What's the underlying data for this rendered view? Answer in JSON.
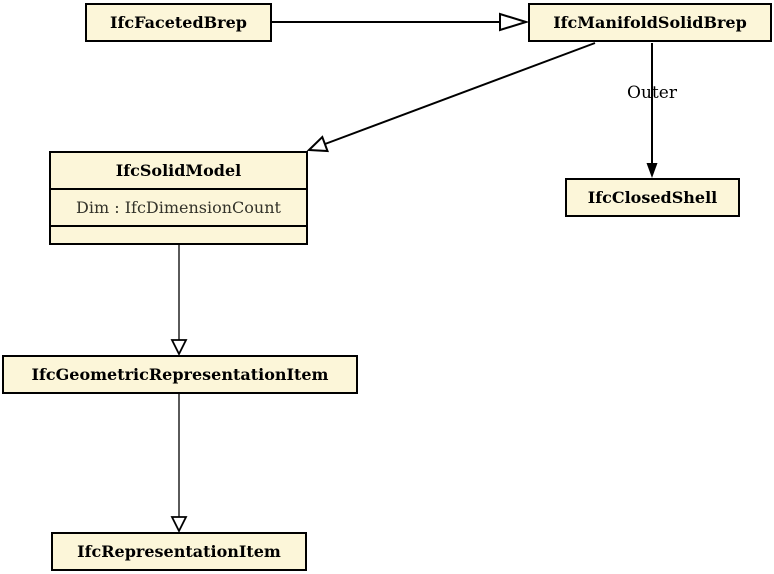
{
  "diagram": {
    "background": "#ffffff",
    "node_fill": "#fcf6d9",
    "node_border": "#000000",
    "attr_text_color": "#33332a",
    "nodes": {
      "faceted_brep": {
        "label": "IfcFacetedBrep"
      },
      "manifold_solid_brep": {
        "label": "IfcManifoldSolidBrep"
      },
      "solid_model": {
        "label": "IfcSolidModel",
        "attributes": [
          "Dim : IfcDimensionCount"
        ]
      },
      "closed_shell": {
        "label": "IfcClosedShell"
      },
      "geometric_representation_item": {
        "label": "IfcGeometricRepresentationItem"
      },
      "representation_item": {
        "label": "IfcRepresentationItem"
      }
    },
    "edges": [
      {
        "from": "IfcFacetedBrep",
        "to": "IfcManifoldSolidBrep",
        "type": "inheritance",
        "label": ""
      },
      {
        "from": "IfcManifoldSolidBrep",
        "to": "IfcSolidModel",
        "type": "inheritance",
        "label": ""
      },
      {
        "from": "IfcManifoldSolidBrep",
        "to": "IfcClosedShell",
        "type": "association",
        "label": "Outer"
      },
      {
        "from": "IfcSolidModel",
        "to": "IfcGeometricRepresentationItem",
        "type": "inheritance",
        "label": ""
      },
      {
        "from": "IfcGeometricRepresentationItem",
        "to": "IfcRepresentationItem",
        "type": "inheritance",
        "label": ""
      }
    ]
  }
}
